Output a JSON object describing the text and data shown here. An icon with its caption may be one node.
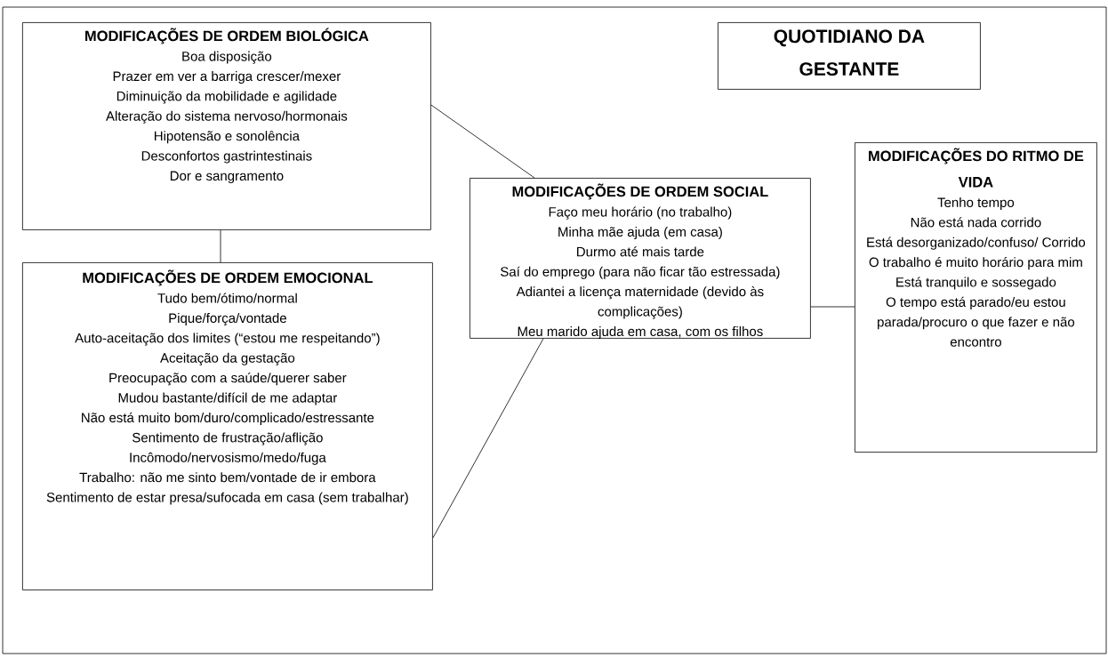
{
  "diagram": {
    "nodes": [
      {
        "text": [
          "QUOTIDIANO DA GESTANTE"
        ]
      },
      {
        "text": [
          "MODIFICAÇÕES DE ORDEM BIOLÓGICA",
          "Boa disposição",
          "Prazer em ver a barriga crescer/mexer",
          "Diminuição da mobilidade e agilidade",
          "Alteração do sistema nervoso/hormonais",
          "Hipotensão e sonolência",
          "Desconfortos gastrintestinais",
          "Dor e sangramento"
        ]
      },
      {
        "text": [
          "MODIFICAÇÕES DE ORDEM EMOCIONAL",
          "Tudo bem/ótimo/normal",
          "Pique/força/vontade",
          "Auto-aceitação dos limites (“estou me respeitando”)",
          "Aceitação da gestação",
          "Preocupação com a saúde/querer saber",
          "Mudou bastante/difícil de me adaptar",
          "Não está muito bom/duro/complicado/estressante",
          "Sentimento de frustração/aflição",
          "Incômodo/nervosismo/medo/fuga",
          "Trabalho: não me sinto bem/vontade de ir embora",
          "Sentimento de estar presa/sufocada em casa (sem trabalhar)"
        ]
      },
      {
        "text": [
          "MODIFICAÇÕES DE ORDEM SOCIAL",
          "Faço meu horário (no trabalho)",
          "Minha mãe ajuda (em casa)",
          "Durmo até mais tarde",
          "Saí do emprego (para não ficar tão estressada)",
          "Adiantei a licença maternidade (devido às complicações)",
          "Meu marido ajuda em casa, com os filhos"
        ]
      },
      {
        "text": [
          "MODIFICAÇÕES DO RITMO DE VIDA",
          "Tenho tempo",
          "Não está nada corrido",
          "Está desorganizado/confuso/ Corrido",
          "O trabalho é muito horário para mim",
          "Está tranquilo e sossegado",
          "O tempo está parado/eu estou parada/procuro o que fazer e não encontro"
        ]
      }
    ],
    "edges": [
      {
        "from": 1,
        "to": 3,
        "arrow": "none"
      },
      {
        "from": 1,
        "to": 2,
        "arrow": "none"
      },
      {
        "from": 2,
        "to": 3,
        "arrow": "none"
      },
      {
        "from": 3,
        "to": 4,
        "arrow": "none"
      }
    ]
  }
}
